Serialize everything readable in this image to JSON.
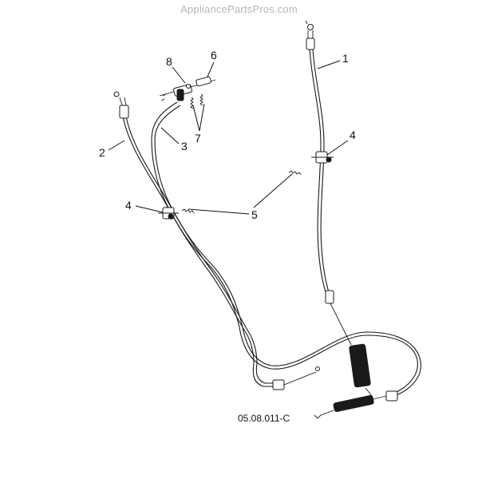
{
  "watermark": "AppliancePartsPros.com",
  "diagram_code": "05.08.011-C",
  "callouts": {
    "c1": "1",
    "c2": "2",
    "c3": "3",
    "c4a": "4",
    "c4b": "4",
    "c5": "5",
    "c6": "6",
    "c7": "7",
    "c8": "8"
  }
}
